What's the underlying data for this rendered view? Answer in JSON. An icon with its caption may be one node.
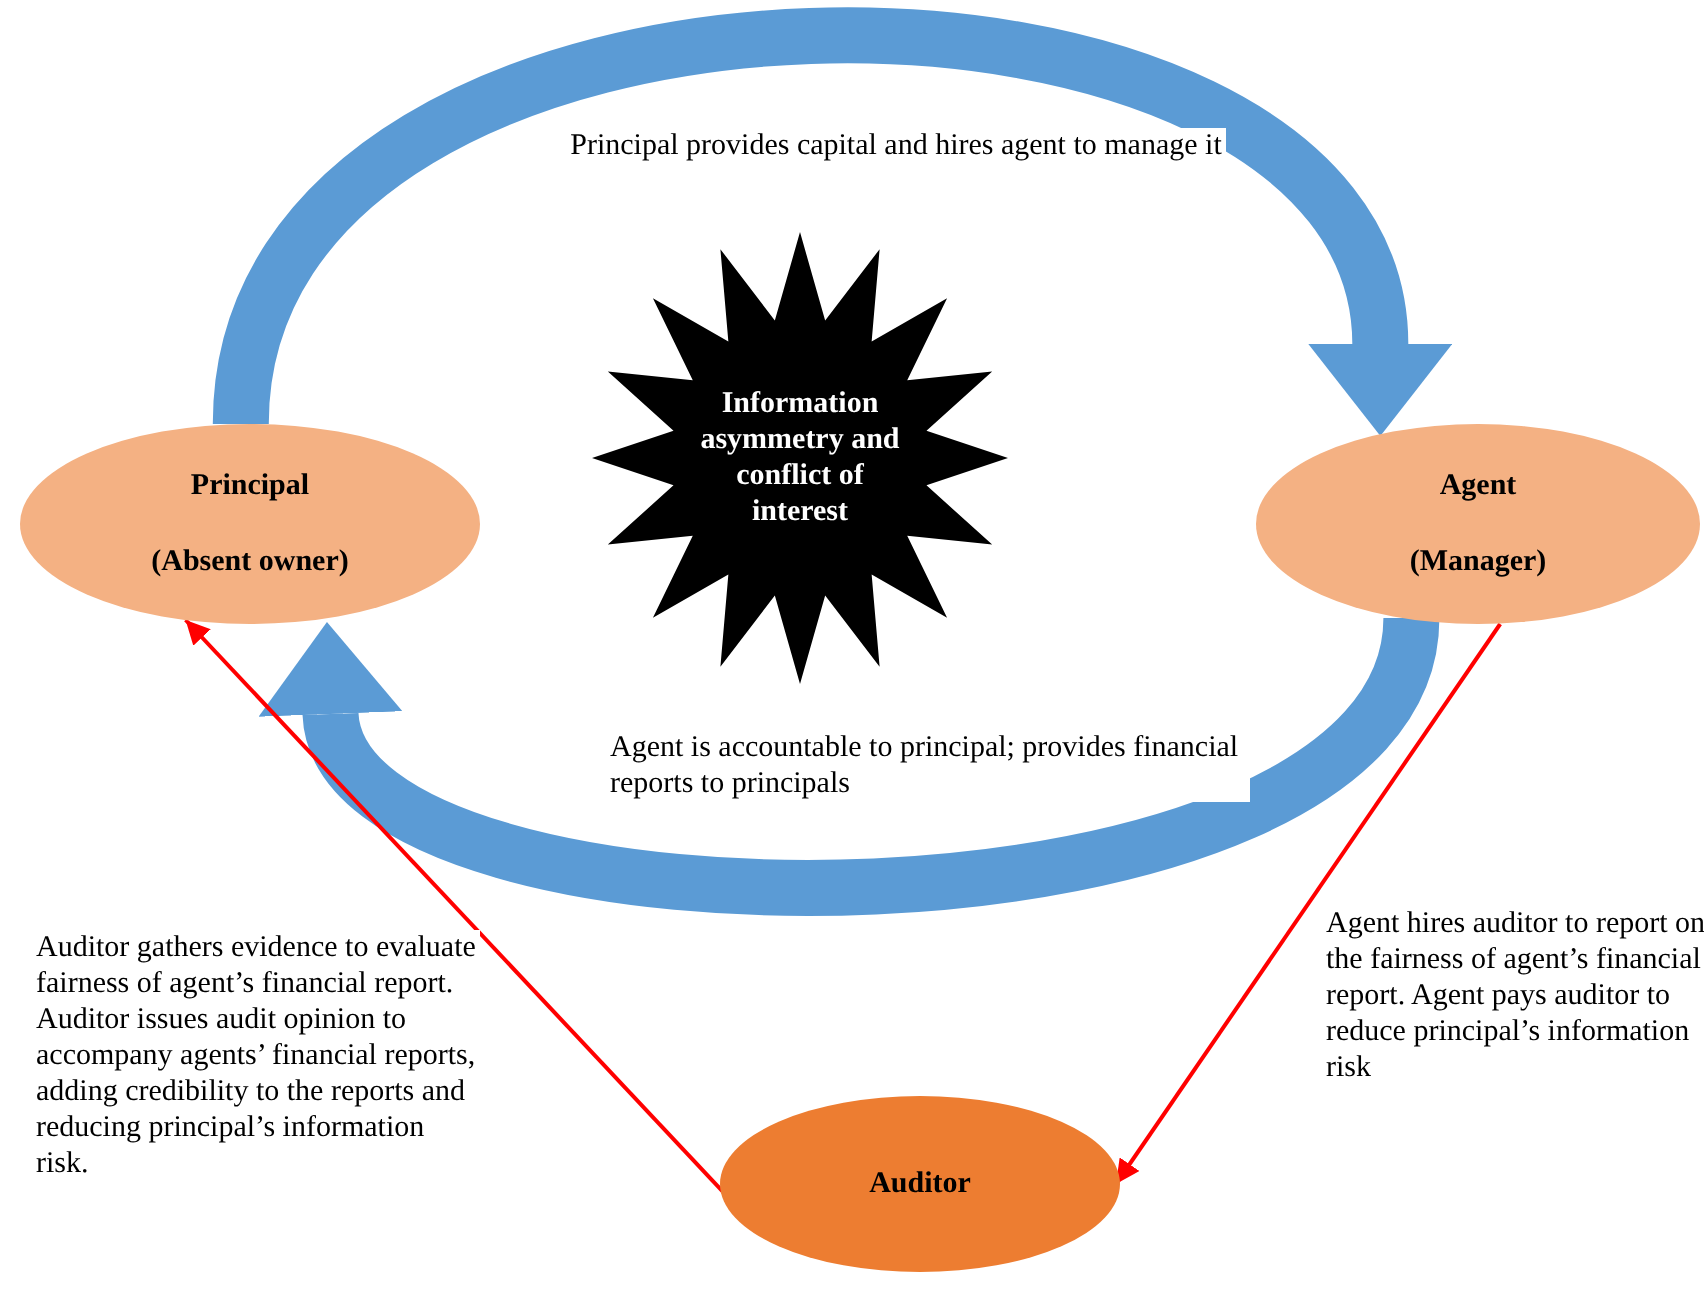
{
  "diagram": {
    "nodes": [
      {
        "text": [
          "Principal",
          "(Absent owner)"
        ]
      },
      {
        "text": [
          "Agent",
          "(Manager)"
        ]
      },
      {
        "text": [
          "Information asymmetry and conflict of interest"
        ]
      },
      {
        "text": [
          "Auditor"
        ]
      }
    ],
    "edges": [
      {
        "from": 0,
        "to": 1,
        "arrow": "to",
        "label": "Principal provides capital and hires agent to manage it",
        "style": "thick",
        "color": "#5b9bd5"
      },
      {
        "from": 1,
        "to": 0,
        "arrow": "to",
        "label": "Agent is accountable to principal; provides financial reports to principals",
        "style": "thick",
        "color": "#5b9bd5"
      },
      {
        "from": 1,
        "to": 3,
        "arrow": "to",
        "label": "Agent hires auditor to report on the fairness of agent’s financial report. Agent pays auditor to reduce principal’s information risk",
        "color": "#ff0000"
      },
      {
        "from": 3,
        "to": 0,
        "arrow": "to",
        "label": "Auditor gathers evidence to evaluate fairness of agent’s financial report. Auditor issues audit opinion to accompany agents’ financial reports, adding credibility to the reports and reducing principal’s information risk.",
        "color": "#ff0000"
      }
    ]
  }
}
